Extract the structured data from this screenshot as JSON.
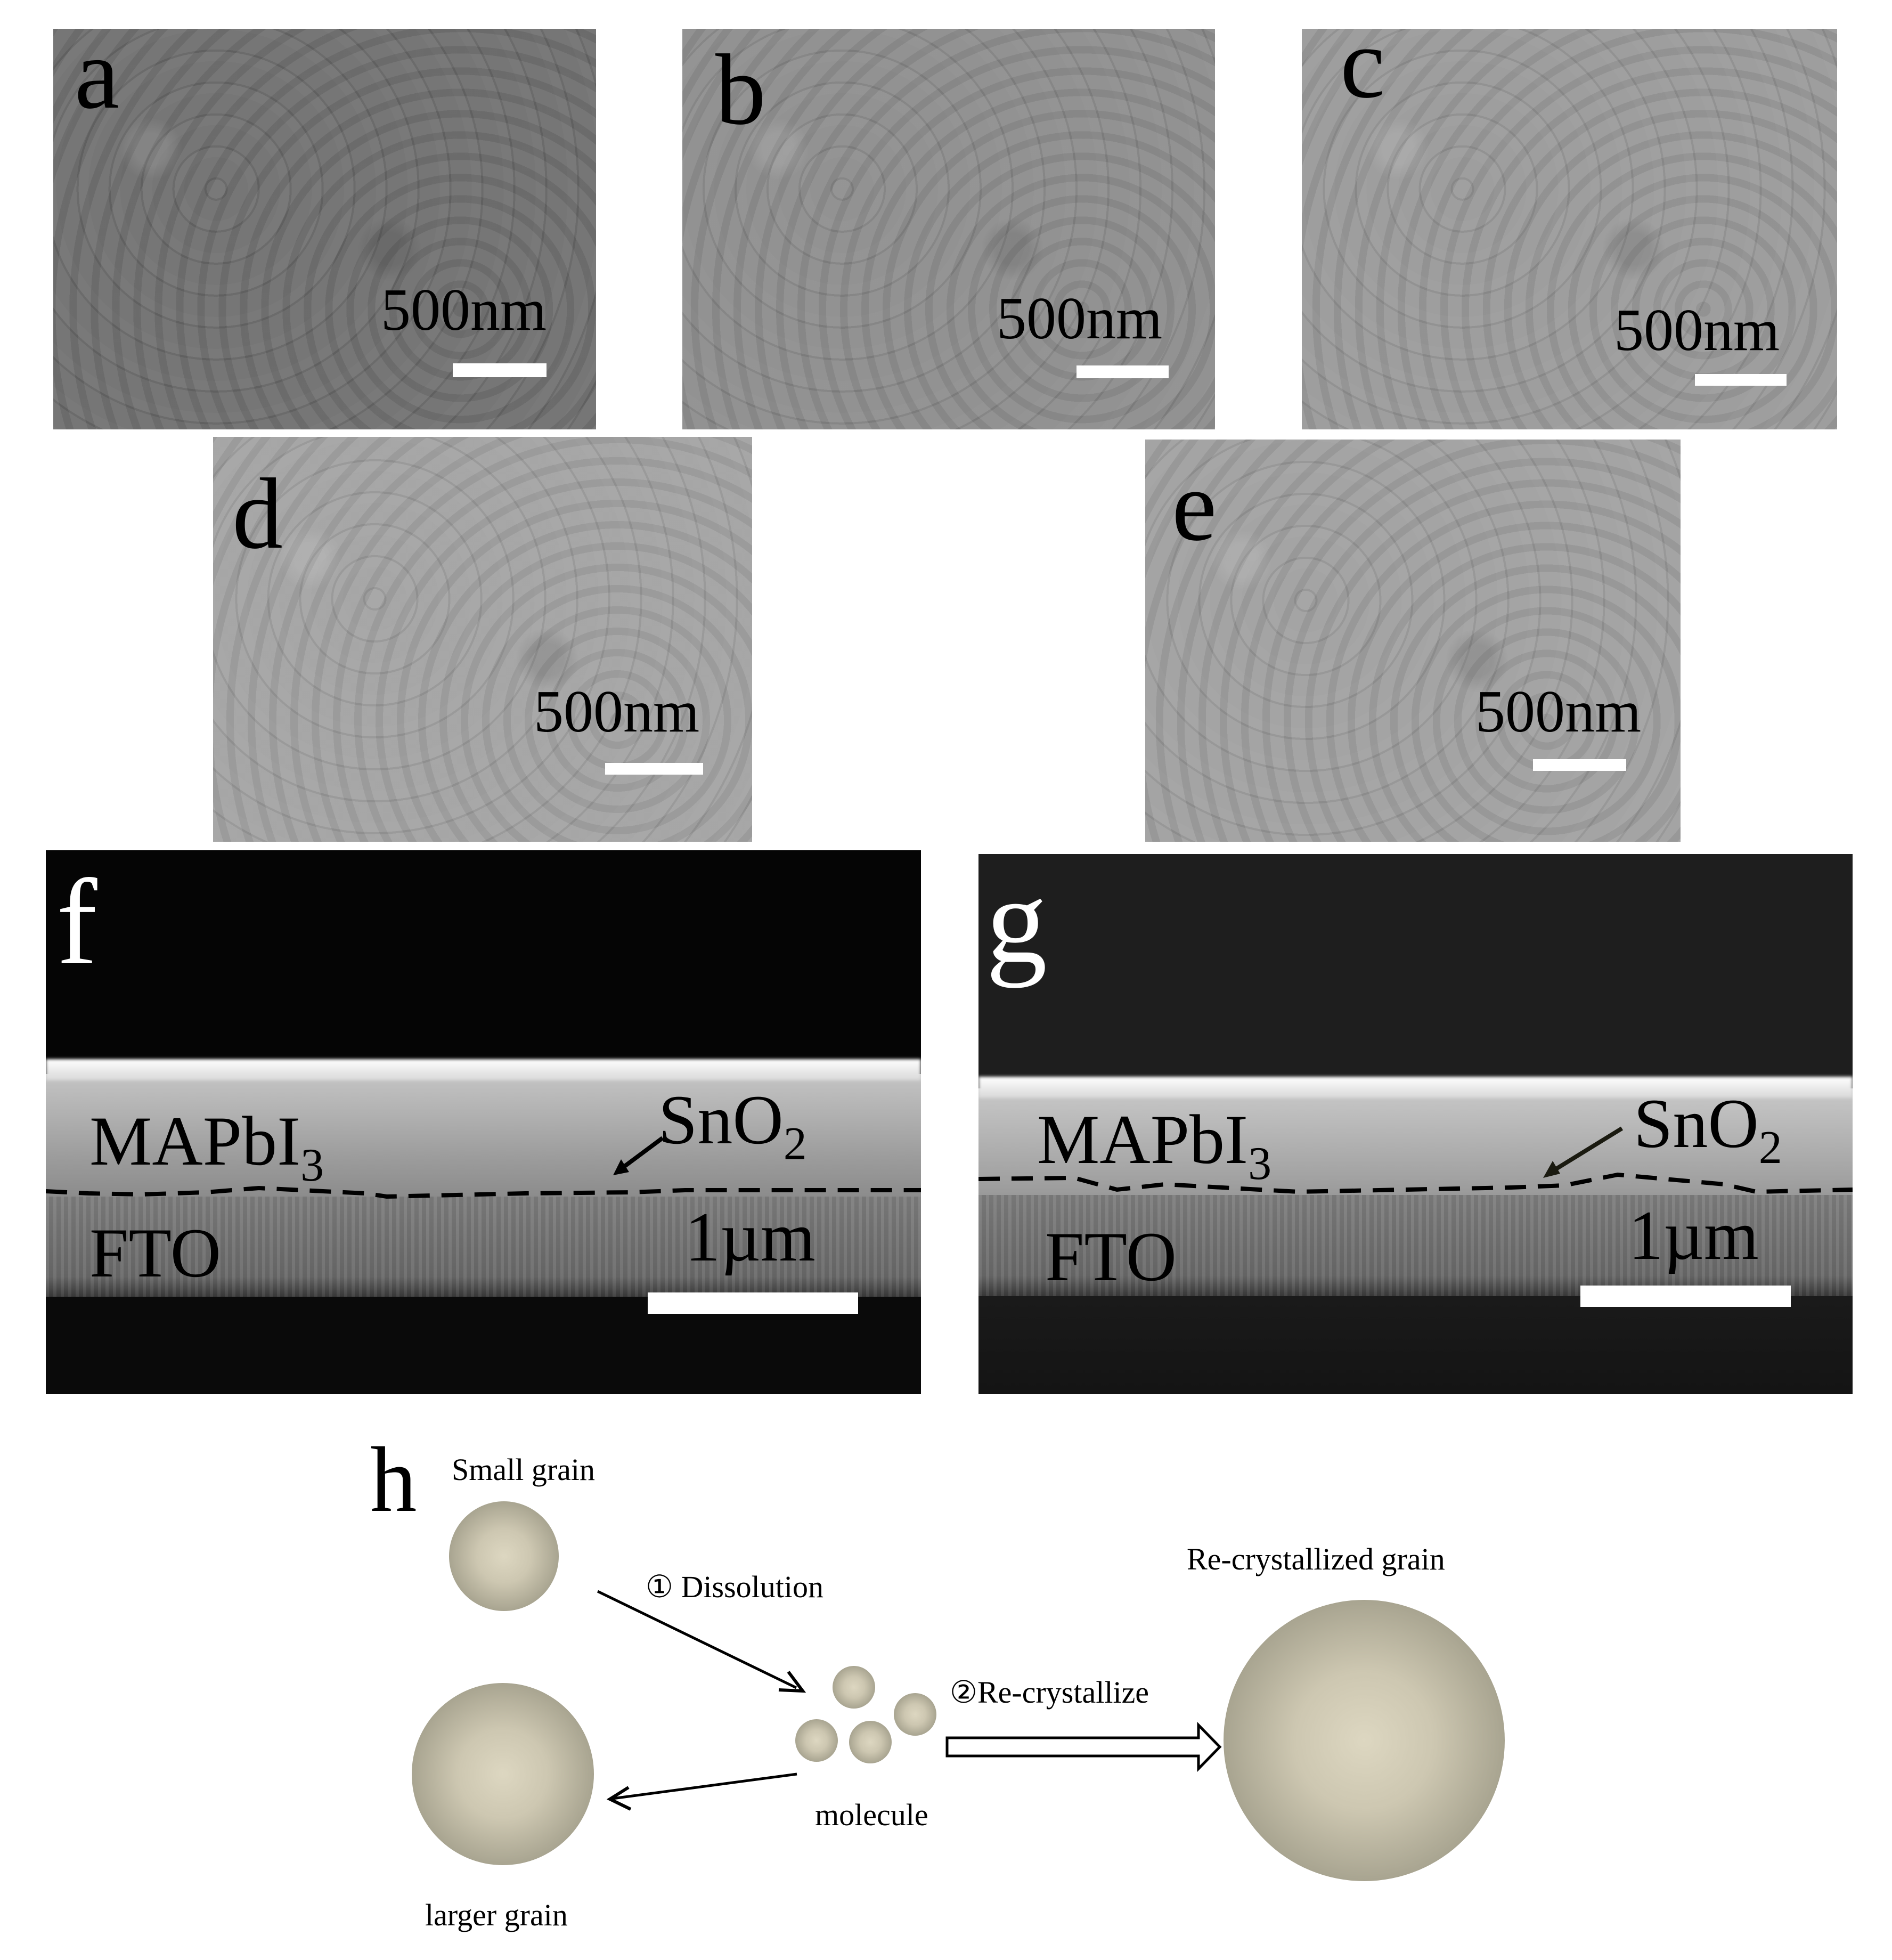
{
  "figure": {
    "top_view_panels": [
      {
        "id": "a",
        "letter": "a",
        "scale_label": "500nm"
      },
      {
        "id": "b",
        "letter": "b",
        "scale_label": "500nm"
      },
      {
        "id": "c",
        "letter": "c",
        "scale_label": "500nm"
      },
      {
        "id": "d",
        "letter": "d",
        "scale_label": "500nm"
      },
      {
        "id": "e",
        "letter": "e",
        "scale_label": "500nm"
      }
    ],
    "cross_section_panels": [
      {
        "id": "f",
        "letter": "f",
        "top_layer": "MAPbI",
        "top_layer_sub": "3",
        "etl_label": "SnO",
        "etl_sub": "2",
        "bottom_layer": "FTO",
        "scale_label": "1µm"
      },
      {
        "id": "g",
        "letter": "g",
        "top_layer": "MAPbI",
        "top_layer_sub": "3",
        "etl_label": "SnO",
        "etl_sub": "2",
        "bottom_layer": "FTO",
        "scale_label": "1µm"
      }
    ],
    "schematic": {
      "letter": "h",
      "small_grain_label": "Small grain",
      "larger_grain_label": "larger grain",
      "molecule_label": "molecule",
      "step1_label": "① Dissolution",
      "step2_label": "②Re-crystallize",
      "recrystallized_label": "Re-crystallized grain",
      "sphere_colors": {
        "center": "#ddd7c1",
        "edge": "#7d7a6b"
      }
    }
  }
}
